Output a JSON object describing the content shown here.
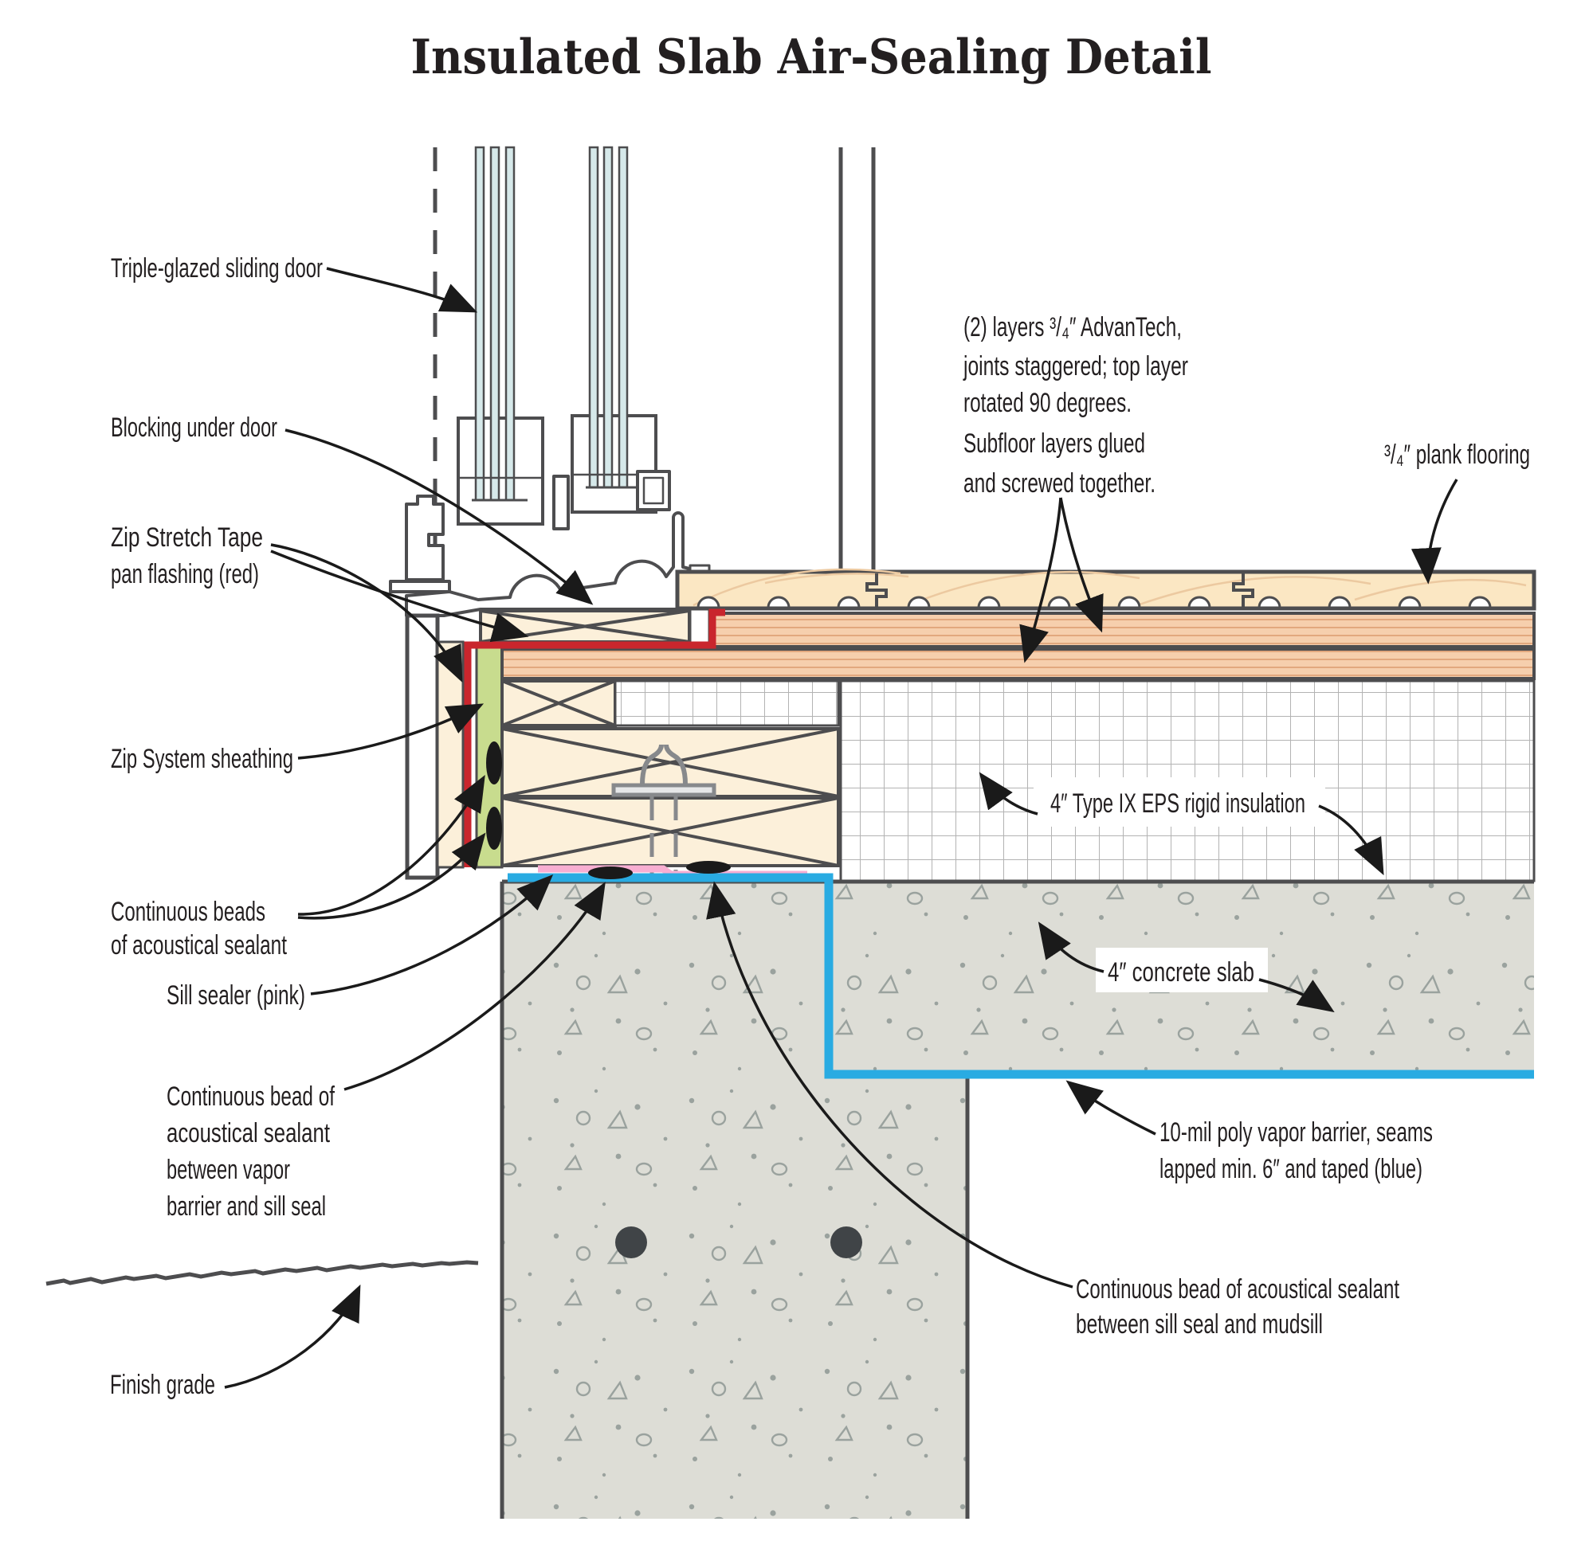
{
  "title": "Insulated Slab Air-Sealing Detail",
  "labels": {
    "triple_glazed": "Triple-glazed sliding door",
    "blocking": "Blocking under door",
    "zip_tape_l1": "Zip Stretch Tape",
    "zip_tape_l2": "pan flashing (red)",
    "zip_sheathing": "Zip System sheathing",
    "beads_l1": "Continuous beads",
    "beads_l2": "of acoustical sealant",
    "sill_sealer": "Sill sealer (pink)",
    "vb_bead_l1": "Continuous bead of",
    "vb_bead_l2": "acoustical sealant",
    "vb_bead_l3": "between vapor",
    "vb_bead_l4": "barrier and sill seal",
    "finish_grade": "Finish grade",
    "advantech_l1": "(2) layers ³/₄″ AdvanTech,",
    "advantech_l2": "joints staggered; top layer",
    "advantech_l3": "rotated 90 degrees.",
    "advantech_l4": "Subfloor layers glued",
    "advantech_l5": "and screwed together.",
    "plank": "³/₄″ plank flooring",
    "eps": "4″ Type IX EPS rigid insulation",
    "slab": "4″ concrete slab",
    "poly_l1": "10-mil poly vapor barrier, seams",
    "poly_l2": "lapped min. 6″ and taped (blue)",
    "mudsill_bead_l1": "Continuous bead of acoustical sealant",
    "mudsill_bead_l2": "between sill seal and mudsill"
  },
  "colors": {
    "line_dark": "#4d4d4f",
    "arrow_black": "#1a1a1a",
    "tape_red": "#c9262d",
    "sheathing_green": "#c8dc8e",
    "sill_pink": "#f8aed2",
    "vapor_blue": "#29abe2",
    "plank_tan": "#fbe7c3",
    "subfloor_peach": "#f6cfad",
    "subfloor_stripe": "#e2a87e",
    "framing_cream": "#fcf0da",
    "concrete_gray": "#ddddd6",
    "speckle_gray": "#9aa29e",
    "glass_blue": "#d6e9ea",
    "metal_gray": "#87898c",
    "grain_tan": "#ecc9a0",
    "grid_gray": "#b3b3b3",
    "rebar_dark": "#404447"
  }
}
